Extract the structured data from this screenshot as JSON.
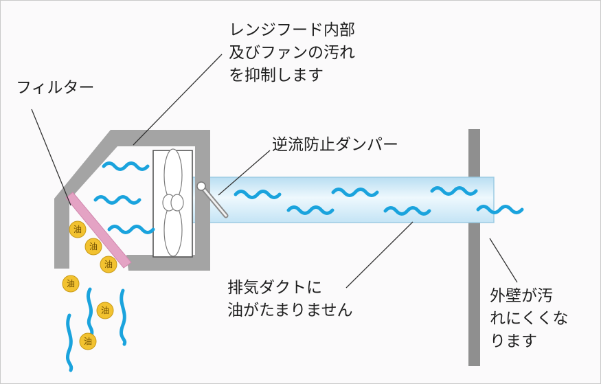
{
  "labels": {
    "filter": "フィルター",
    "hood_line1": "レンジフード内部",
    "hood_line2": "及びファンの汚れ",
    "hood_line3": "を抑制します",
    "damper": "逆流防止ダンパー",
    "duct_line1": "排気ダクトに",
    "duct_line2": "油がたまりません",
    "wall_line1": "外壁が汚",
    "wall_line2": "れにくくな",
    "wall_line3": "ります"
  },
  "oil_drop_label": "油",
  "colors": {
    "hood_frame": "#a4a4a4",
    "filter": "#e4a3c4",
    "airflow": "#1aa3dd",
    "duct": "#d3ecf8",
    "oil_drop": "#f2c230",
    "wall": "#8f8f8f",
    "text": "#1e1e1e"
  }
}
